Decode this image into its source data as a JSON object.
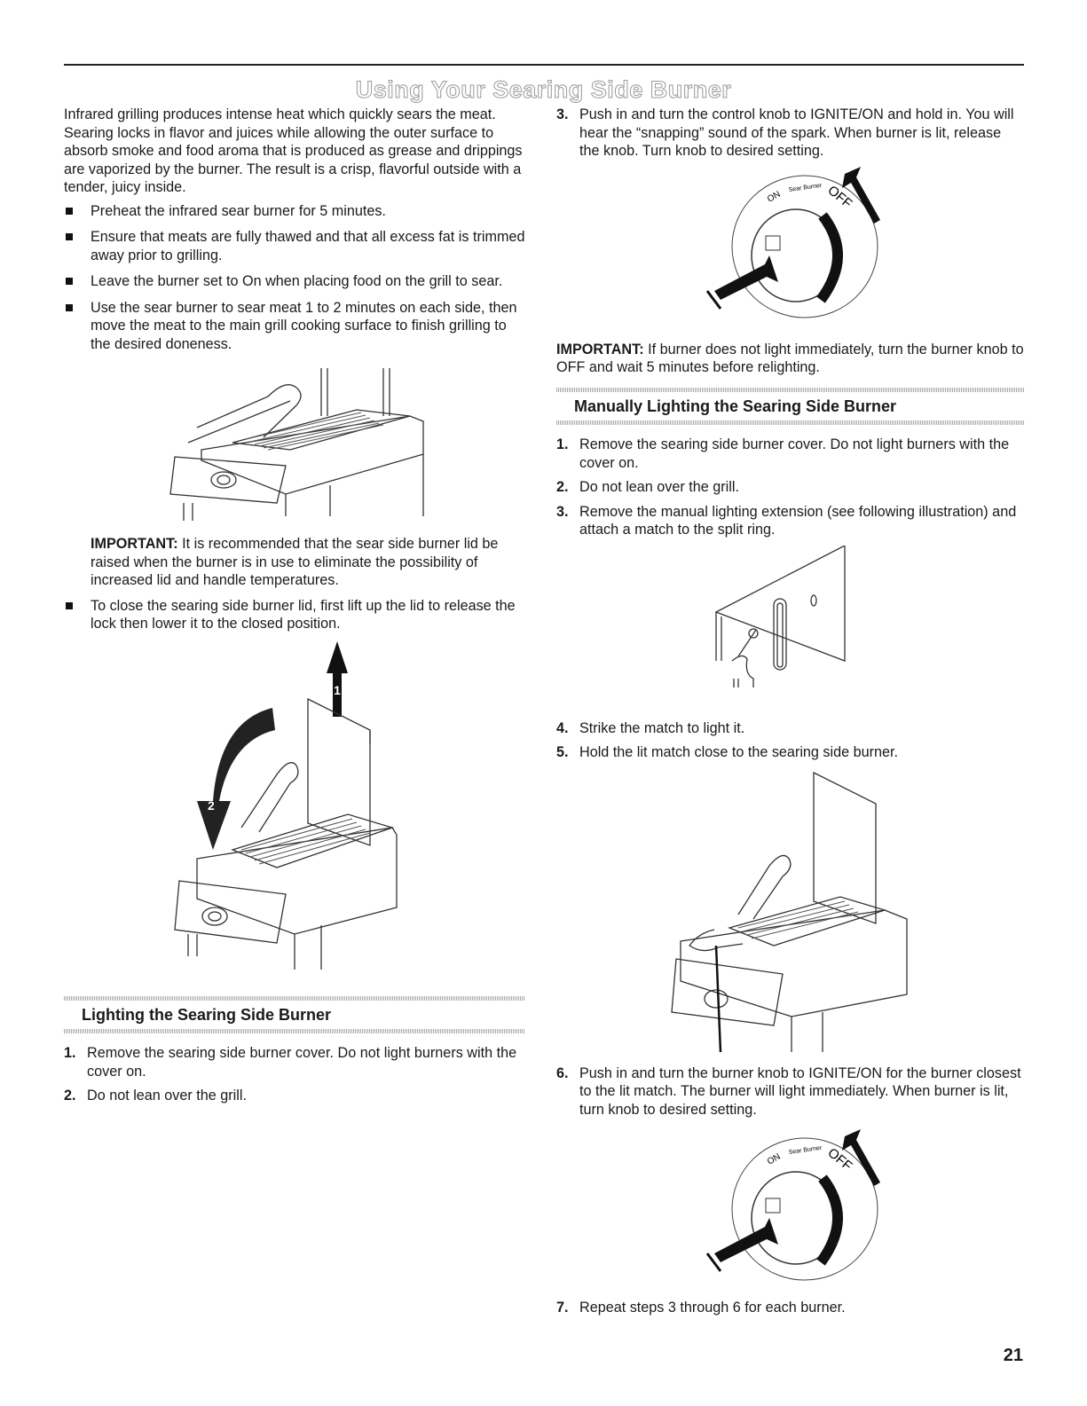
{
  "page_title": "Using Your Searing Side Burner",
  "left": {
    "intro": "Infrared grilling produces intense heat which quickly sears the meat. Searing locks in flavor and juices while allowing the outer surface to absorb smoke and food aroma that is produced as grease and drippings are vaporized by the burner. The result is a crisp, flavorful outside with a tender, juicy inside.",
    "bullets": [
      "Preheat the infrared sear burner for 5 minutes.",
      "Ensure that meats are fully thawed and that all excess fat is trimmed away prior to grilling.",
      "Leave the burner set to On when placing food on the grill to sear.",
      "Use the sear burner to sear meat 1 to 2 minutes on each side, then move the meat to the main grill cooking surface to finish grilling to the desired doneness."
    ],
    "important_label": "IMPORTANT:",
    "important_text": " It is recommended that the sear side burner lid be raised when the burner is in use to eliminate the possibility of increased lid and handle temperatures.",
    "close_bullet": "To close the searing side burner lid, first lift up the lid to release the lock then lower it to the closed position.",
    "arrow_label_1": "1",
    "arrow_label_2": "2",
    "section_lighting": {
      "heading": "Lighting the Searing Side Burner",
      "steps": [
        {
          "num": "1.",
          "text": "Remove the searing side burner cover. Do not light burners with the cover on."
        },
        {
          "num": "2.",
          "text": "Do not lean over the grill."
        }
      ]
    }
  },
  "right": {
    "step3": {
      "num": "3.",
      "text": "Push in and turn the control knob to IGNITE/ON and hold in. You will hear the “snapping” sound of the spark. When burner is lit, release the knob. Turn knob to desired setting."
    },
    "knob_on": "ON",
    "knob_off": "OFF",
    "knob_small": "Sear Burner",
    "important_label": "IMPORTANT:",
    "important_text": " If burner does not light immediately, turn the burner knob to OFF and wait 5 minutes before relighting.",
    "section_manual": {
      "heading": "Manually Lighting the Searing Side Burner",
      "steps": [
        {
          "num": "1.",
          "text": "Remove the searing side burner cover. Do not light burners with the cover on."
        },
        {
          "num": "2.",
          "text": "Do not lean over the grill."
        },
        {
          "num": "3.",
          "text": "Remove the manual lighting extension (see following illustration) and attach a match to the split ring."
        }
      ],
      "steps_b": [
        {
          "num": "4.",
          "text": "Strike the match to light it."
        },
        {
          "num": "5.",
          "text": "Hold the lit match close to the searing side burner."
        }
      ],
      "steps_c": [
        {
          "num": "6.",
          "text": "Push in and turn the burner knob to IGNITE/ON for the burner closest to the lit match. The burner will light immediately. When burner is lit, turn knob to desired setting."
        }
      ],
      "steps_d": [
        {
          "num": "7.",
          "text": "Repeat steps 3 through 6 for each burner."
        }
      ]
    }
  },
  "page_number": "21"
}
